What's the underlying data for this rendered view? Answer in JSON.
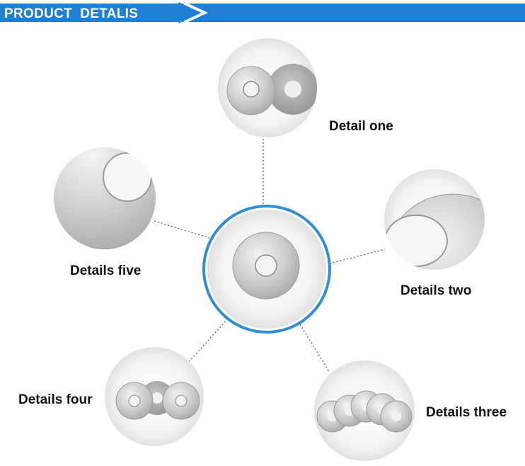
{
  "banner": {
    "title": "PRODUCT  DETALIS",
    "accent_color": "#1f7fd3"
  },
  "details": {
    "one": "Detail one",
    "two": "Details two",
    "three": "Details three",
    "four": "Details four",
    "five": "Details five"
  },
  "center_ring_color": "#2f8fd6"
}
